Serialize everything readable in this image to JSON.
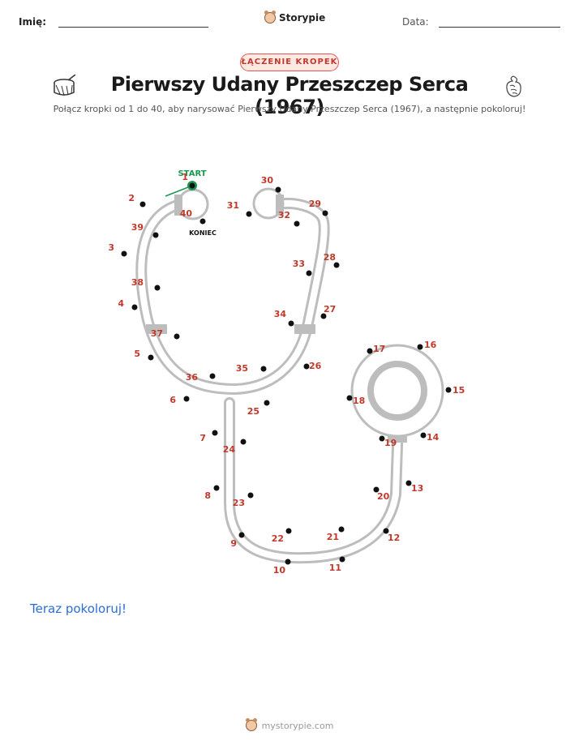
{
  "header": {
    "name_label": "Imię:",
    "date_label": "Data:",
    "brand": "Storypie"
  },
  "badge": "ŁĄCZENIE KROPEK",
  "title": "Pierwszy Udany Przeszczep Serca (1967)",
  "subtitle": "Połącz kropki od 1 do 40, aby narysować Pierwszy Udany Przeszczep Serca (1967), a następnie pokoloruj!",
  "start_label": "START",
  "end_label": "KONIEC",
  "dots": [
    {
      "n": "1"
    },
    {
      "n": "2"
    },
    {
      "n": "3"
    },
    {
      "n": "4"
    },
    {
      "n": "5"
    },
    {
      "n": "6"
    },
    {
      "n": "7"
    },
    {
      "n": "8"
    },
    {
      "n": "9"
    },
    {
      "n": "10"
    },
    {
      "n": "11"
    },
    {
      "n": "12"
    },
    {
      "n": "13"
    },
    {
      "n": "14"
    },
    {
      "n": "15"
    },
    {
      "n": "16"
    },
    {
      "n": "17"
    },
    {
      "n": "18"
    },
    {
      "n": "19"
    },
    {
      "n": "20"
    },
    {
      "n": "21"
    },
    {
      "n": "22"
    },
    {
      "n": "23"
    },
    {
      "n": "24"
    },
    {
      "n": "25"
    },
    {
      "n": "26"
    },
    {
      "n": "27"
    },
    {
      "n": "28"
    },
    {
      "n": "29"
    },
    {
      "n": "30"
    },
    {
      "n": "31"
    },
    {
      "n": "32"
    },
    {
      "n": "33"
    },
    {
      "n": "34"
    },
    {
      "n": "35"
    },
    {
      "n": "36"
    },
    {
      "n": "37"
    },
    {
      "n": "38"
    },
    {
      "n": "39"
    },
    {
      "n": "40"
    }
  ],
  "color_prompt": "Teraz pokoloruj!",
  "footer": "mystorypie.com",
  "colors": {
    "number": "#c0392b",
    "start": "#1a9850",
    "badge_border": "#e2574c",
    "link": "#2a6dd6"
  },
  "icons": [
    "drum-icon",
    "heart-organ-icon",
    "bear-logo-icon"
  ]
}
